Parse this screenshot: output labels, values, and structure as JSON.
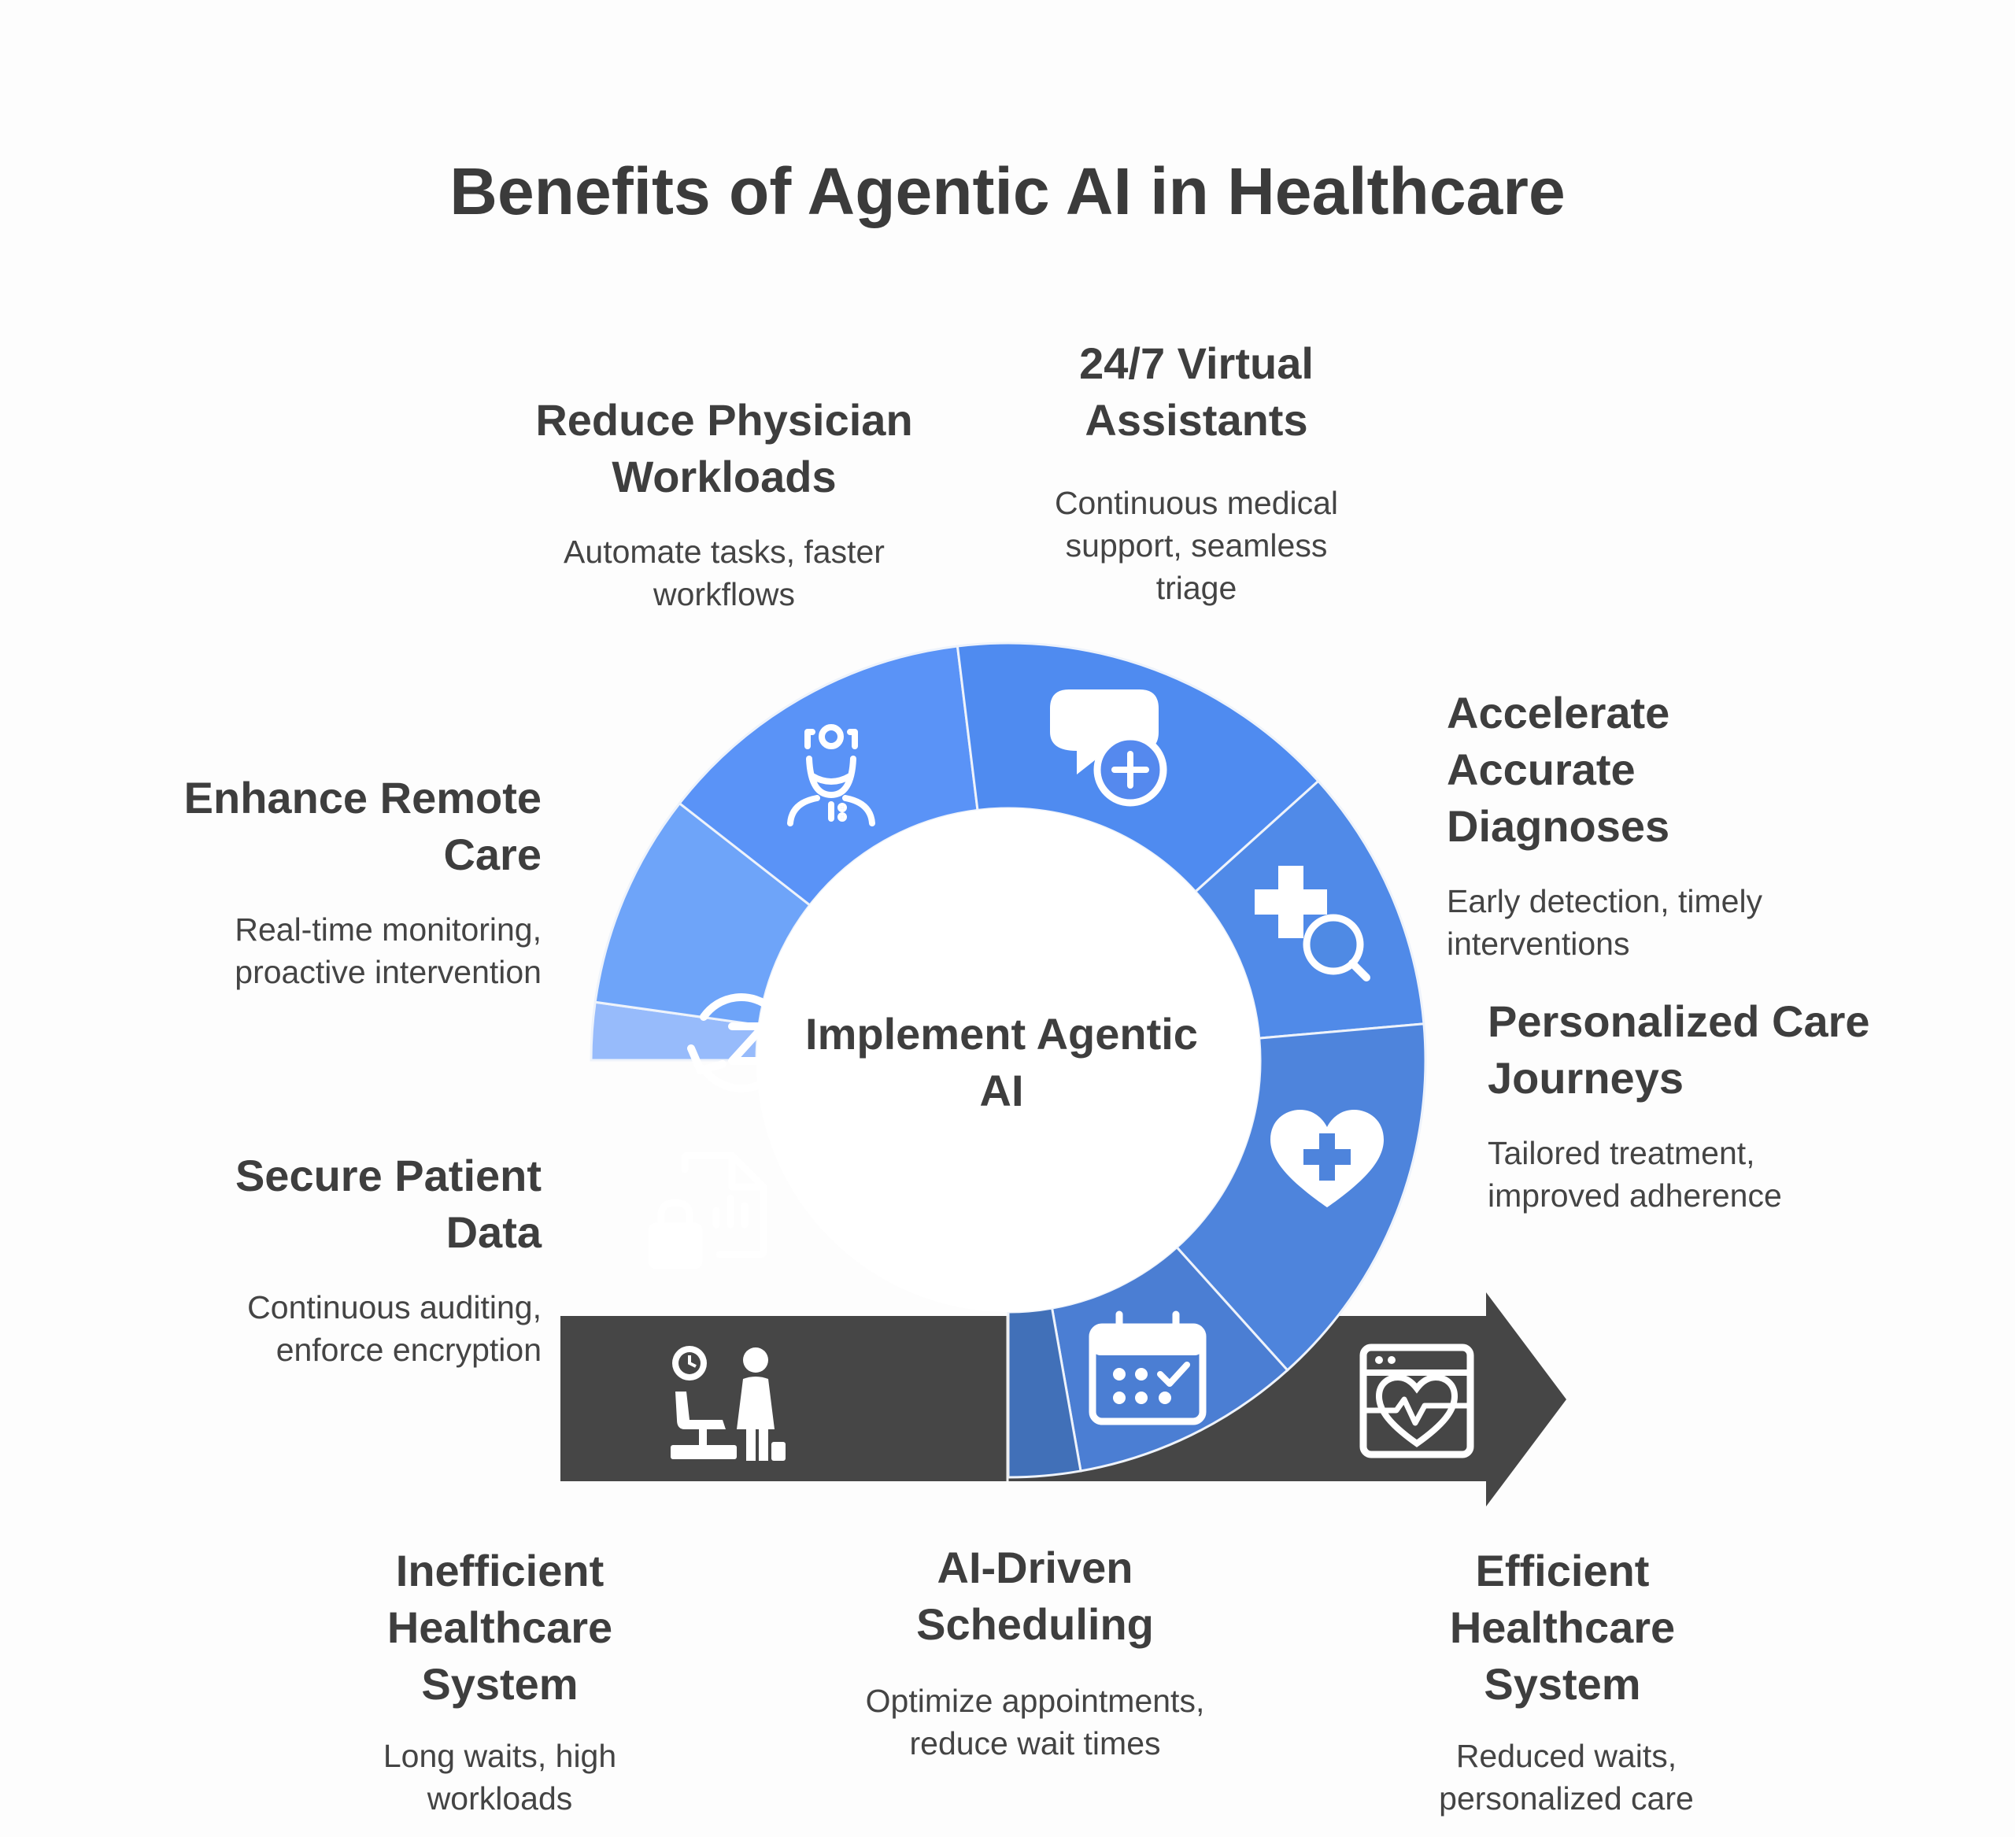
{
  "title": "Benefits of Agentic AI in Healthcare",
  "center": "Implement Agentic AI",
  "colors": {
    "arrow": "#464646",
    "ring_segments": [
      "#97bbfb",
      "#6ea4f9",
      "#5a93f7",
      "#4f8bf0",
      "#508ae8",
      "#4e84dc",
      "#4b7ed3",
      "#4170b8"
    ]
  },
  "benefits": [
    {
      "title": "Secure Patient Data",
      "desc": "Continuous auditing, enforce encryption",
      "icon": "lock-chart-icon"
    },
    {
      "title": "Enhance Remote Care",
      "desc": "Real-time monitoring, proactive intervention",
      "icon": "sync-z-icon"
    },
    {
      "title": "Reduce Physician Workloads",
      "desc": "Automate tasks, faster workflows",
      "icon": "doctor-icon"
    },
    {
      "title": "24/7 Virtual Assistants",
      "desc": "Continuous medical support, seamless triage",
      "icon": "chat-plus-icon"
    },
    {
      "title": "Accelerate Accurate Diagnoses",
      "desc": "Early detection, timely interventions",
      "icon": "medical-search-icon"
    },
    {
      "title": "Personalized Care Journeys",
      "desc": "Tailored treatment, improved adherence",
      "icon": "heart-plus-icon"
    },
    {
      "title": "AI-Driven Scheduling",
      "desc": "Optimize appointments, reduce wait times",
      "icon": "calendar-check-icon"
    }
  ],
  "arrow_start": {
    "title": "Inefficient Healthcare System",
    "desc": "Long waits, high workloads",
    "icon": "waiting-room-icon"
  },
  "arrow_end": {
    "title": "Efficient Healthcare System",
    "desc": "Reduced waits, personalized care",
    "icon": "heart-monitor-icon"
  }
}
